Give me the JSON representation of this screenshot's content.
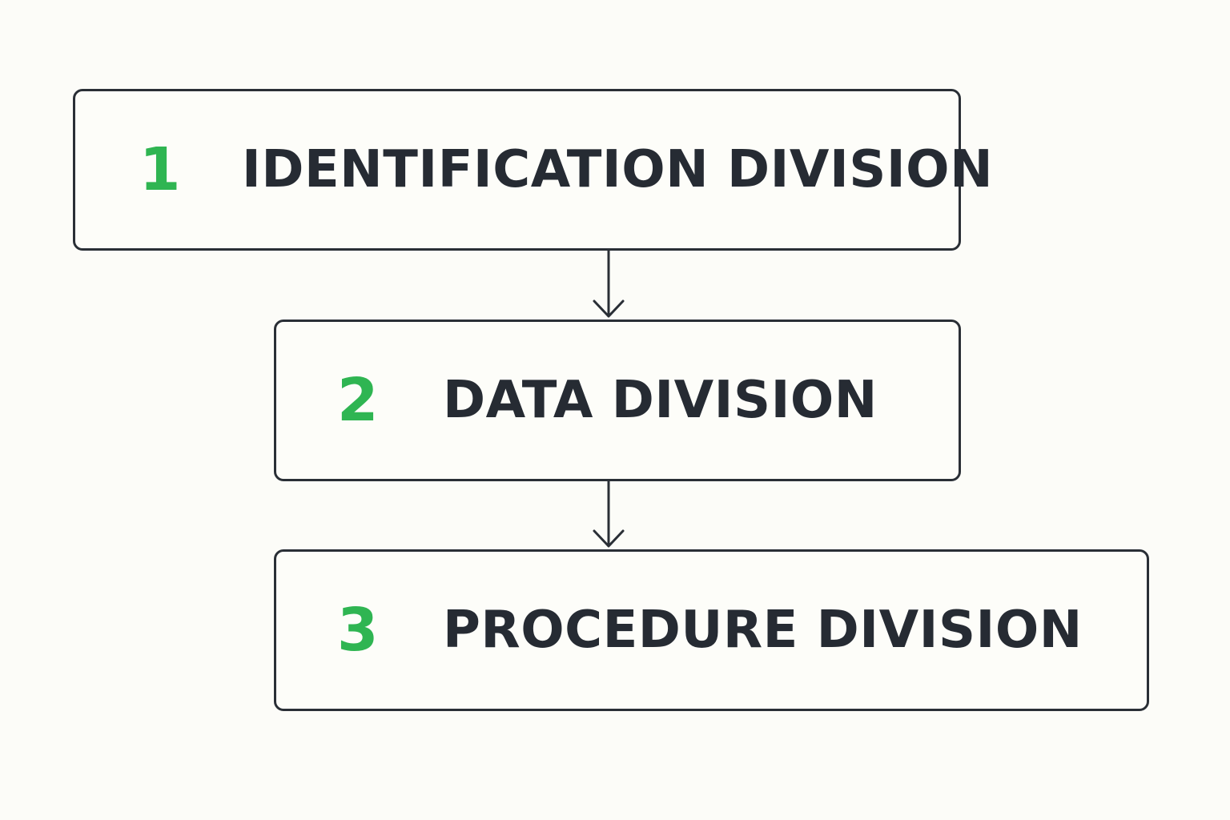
{
  "diagram": {
    "steps": [
      {
        "number": "1",
        "label": "IDENTIFICATION DIVISION"
      },
      {
        "number": "2",
        "label": "DATA DIVISION"
      },
      {
        "number": "3",
        "label": "PROCEDURE DIVISION"
      }
    ],
    "connections": [
      {
        "from": "1",
        "to": "2"
      },
      {
        "from": "2",
        "to": "3"
      }
    ]
  },
  "colors": {
    "number": "#2fb552",
    "label": "#262b33",
    "border": "#2a2f36",
    "background": "#fcfcf8",
    "arrow": "#2a2f36"
  }
}
